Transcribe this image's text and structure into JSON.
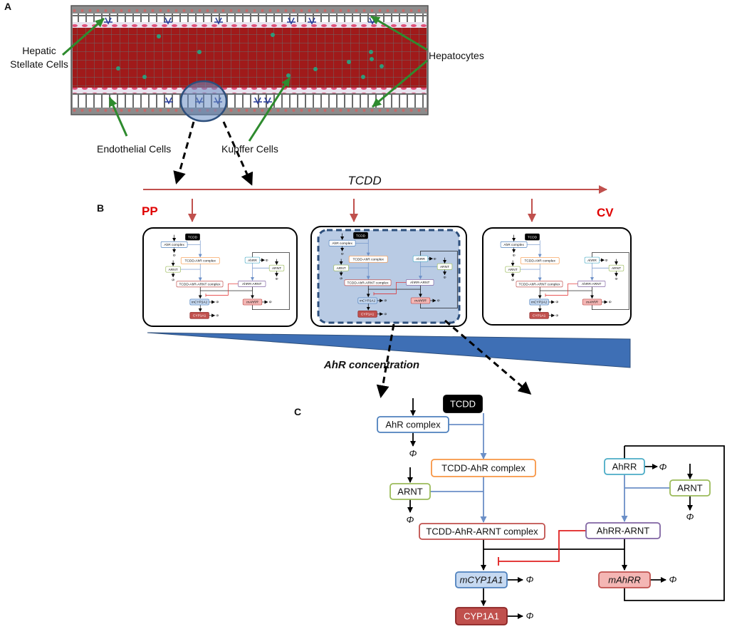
{
  "panels": {
    "a": "A",
    "b": "B",
    "c": "C"
  },
  "panel_a": {
    "labels": {
      "stellate_line1": "Hepatic",
      "stellate_line2": "Stellate Cells",
      "hepatocytes": "Hepatocytes",
      "endothelial": "Endothelial Cells",
      "kupffer": "Kupffer Cells"
    },
    "colors": {
      "sinusoid": "#a01a1a",
      "grid_line": "#6b6b6b",
      "cell": "#ffffff",
      "arrow": "#2e8b2e",
      "highlight": "#4a78b8"
    }
  },
  "panel_b": {
    "axis_label": "TCDD",
    "left_zone": "PP",
    "right_zone": "CV",
    "gradient_label": "AhR concentration",
    "colors": {
      "axis": "#c0504d",
      "zone_text": "#e00000",
      "gradient": "#3e6fb5",
      "highlight_bg": "#b9cbe4",
      "highlight_border": "#2d4f7c"
    }
  },
  "network": {
    "tcdd": "TCDD",
    "ahr_complex": "AhR complex",
    "tcdd_ahr": "TCDD-AhR complex",
    "arnt": "ARNT",
    "tcdd_ahr_arnt": "TCDD-AhR-ARNT complex",
    "ahrr": "AhRR",
    "arnt2": "ARNT",
    "ahrr_arnt": "AhRR-ARNT",
    "mcyp1a1": "mCYP1A1",
    "mahrr": "mAhRR",
    "cyp1a1": "CYP1A1",
    "phi": "Φ"
  }
}
